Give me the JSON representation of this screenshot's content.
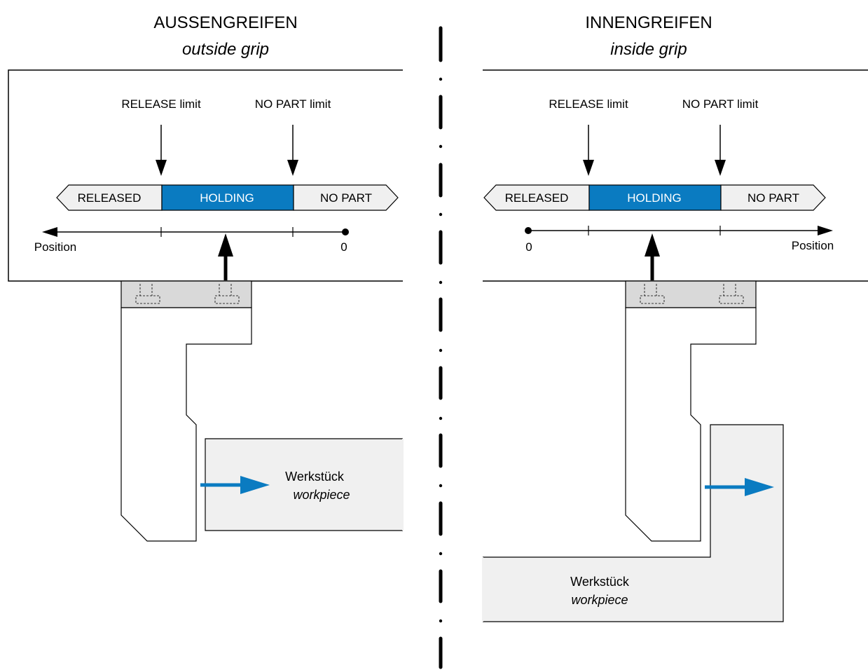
{
  "colors": {
    "accent": "#0a7bc1",
    "panel_fill": "#f0f0f0",
    "jaw_base_fill": "#d9d9d9",
    "line": "#000000"
  },
  "panels": [
    {
      "title": "AUSSENGREIFEN",
      "subtitle": "outside grip",
      "limit_release": "RELEASE limit",
      "limit_nopart": "NO PART limit",
      "segments": [
        "RELEASED",
        "HOLDING",
        "NO PART"
      ],
      "axis_label": "Position",
      "axis_zero": "0",
      "workpiece_label": "Werkstück",
      "workpiece_sub": "workpiece"
    },
    {
      "title": "INNENGREIFEN",
      "subtitle": "inside grip",
      "limit_release": "RELEASE limit",
      "limit_nopart": "NO PART limit",
      "segments": [
        "RELEASED",
        "HOLDING",
        "NO PART"
      ],
      "axis_label": "Position",
      "axis_zero": "0",
      "workpiece_label": "Werkstück",
      "workpiece_sub": "workpiece"
    }
  ]
}
